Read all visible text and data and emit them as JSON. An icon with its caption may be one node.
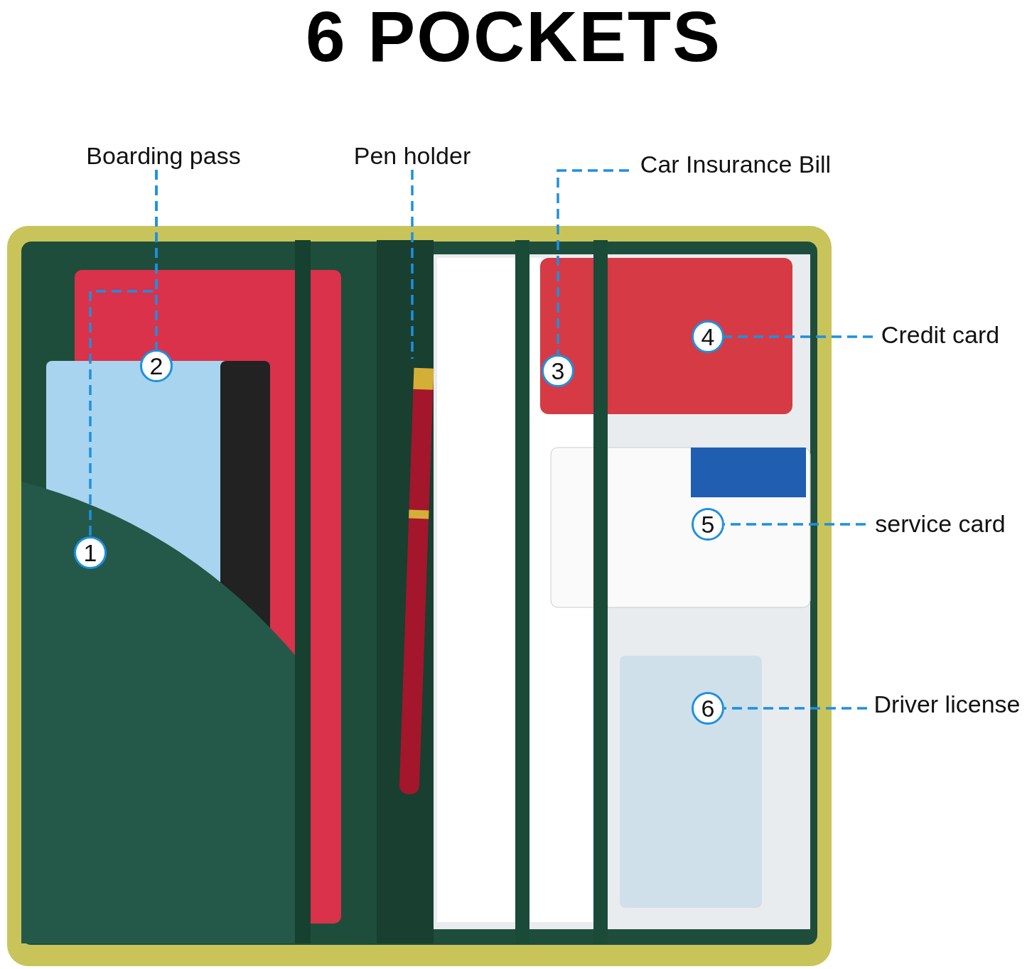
{
  "diagram": {
    "title": "6 POCKETS",
    "nodes": [
      {
        "text": [
          "Boarding pass"
        ]
      },
      {
        "text": [
          "Pen holder"
        ]
      },
      {
        "text": [
          "Car Insurance Bill"
        ]
      },
      {
        "text": [
          "Credit card"
        ]
      },
      {
        "text": [
          "service card"
        ]
      },
      {
        "text": [
          "Driver license"
        ]
      },
      {
        "text": [],
        "shape": "picture"
      },
      {
        "text": [
          "1"
        ],
        "in": 6
      },
      {
        "text": [
          "2"
        ],
        "in": 6
      },
      {
        "text": [
          "3"
        ],
        "in": 6
      },
      {
        "text": [
          "4"
        ],
        "in": 6
      },
      {
        "text": [
          "5"
        ],
        "in": 6
      },
      {
        "text": [
          "6"
        ],
        "in": 6
      }
    ],
    "edges": [
      {
        "from": 0,
        "to": 8,
        "arrow": "none",
        "style": "dashed"
      },
      {
        "from": 0,
        "to": 7,
        "arrow": "none",
        "style": "dashed"
      },
      {
        "from": 1,
        "to": null,
        "arrow": "none",
        "style": "dashed"
      },
      {
        "from": 2,
        "to": 9,
        "arrow": "none",
        "style": "dashed"
      },
      {
        "from": 3,
        "to": 10,
        "arrow": "none",
        "style": "dashed"
      },
      {
        "from": 4,
        "to": 11,
        "arrow": "none",
        "style": "dashed"
      },
      {
        "from": 5,
        "to": 12,
        "arrow": "none",
        "style": "dashed"
      }
    ]
  }
}
